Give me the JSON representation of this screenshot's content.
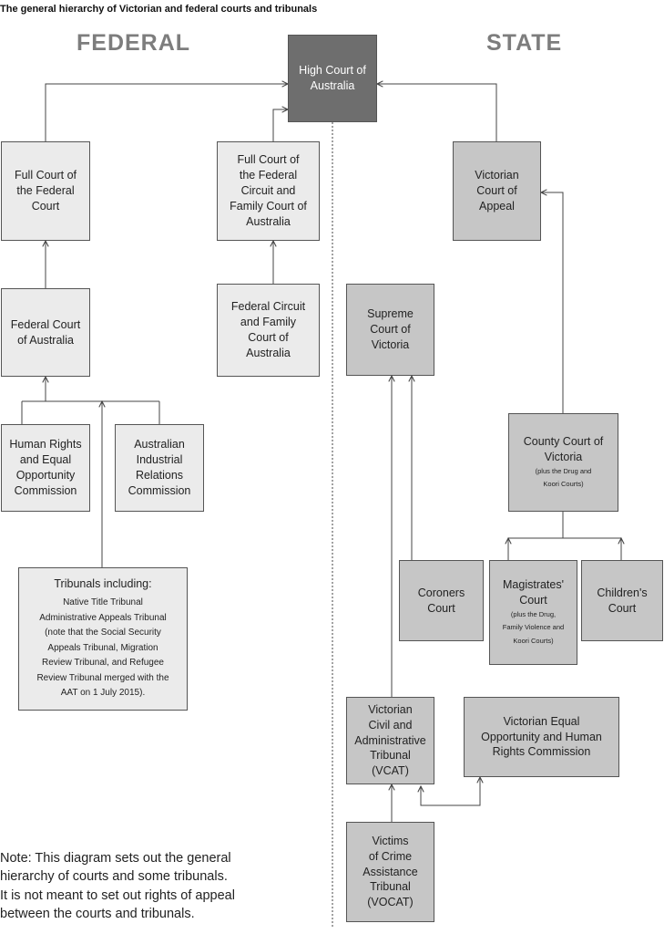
{
  "title": "The general hierarchy of Victorian and federal courts and tribunals",
  "headings": {
    "federal": "FEDERAL",
    "state": "STATE"
  },
  "boxes": {
    "high_court": [
      "High Court of",
      "Australia"
    ],
    "full_fed_court": [
      "Full Court of",
      "the Federal",
      "Court"
    ],
    "full_fcfca": [
      "Full Court of",
      "the Federal",
      "Circuit and",
      "Family Court of",
      "Australia"
    ],
    "vic_appeal": [
      "Victorian",
      "Court of",
      "Appeal"
    ],
    "fed_court": [
      "Federal Court",
      "of Australia"
    ],
    "fcfca": [
      "Federal Circuit",
      "and Family",
      "Court of",
      "Australia"
    ],
    "supreme": [
      "Supreme",
      "Court of",
      "Victoria"
    ],
    "hreoc": [
      "Human Rights",
      "and Equal",
      "Opportunity",
      "Commission"
    ],
    "airc": [
      "Australian",
      "Industrial",
      "Relations",
      "Commission"
    ],
    "county": {
      "lines": [
        "County Court of",
        "Victoria"
      ],
      "sub": [
        "(plus the Drug and",
        "Koori Courts)"
      ]
    },
    "tribunals": {
      "title": "Tribunals including:",
      "lines": [
        "Native Title Tribunal",
        "Administrative Appeals Tribunal",
        "(note that the Social Security",
        "Appeals Tribunal, Migration",
        "Review Tribunal, and Refugee",
        "Review Tribunal merged with the",
        "AAT on 1 July 2015)."
      ]
    },
    "coroners": [
      "Coroners",
      "Court"
    ],
    "magistrates": {
      "lines": [
        "Magistrates'",
        "Court"
      ],
      "sub": [
        "(plus the Drug,",
        "Family Violence and",
        "Koori Courts)"
      ]
    },
    "childrens": [
      "Children's",
      "Court"
    ],
    "vcat": [
      "Victorian",
      "Civil and",
      "Administrative",
      "Tribunal (VCAT)"
    ],
    "veohrc": [
      "Victorian Equal",
      "Opportunity and Human",
      "Rights Commission"
    ],
    "vocat": [
      "Victims",
      "of Crime",
      "Assistance",
      "Tribunal",
      "(VOCAT)"
    ]
  },
  "note": [
    "Note: This diagram sets out the general",
    "hierarchy of courts and some tribunals.",
    "It is not meant to set out rights of appeal",
    "between the courts and tribunals."
  ],
  "colors": {
    "light_box": "#ebebeb",
    "mid_box": "#c6c6c6",
    "dark_box": "#6e6e6e",
    "heading": "#7d7d7d",
    "line": "#444444"
  }
}
